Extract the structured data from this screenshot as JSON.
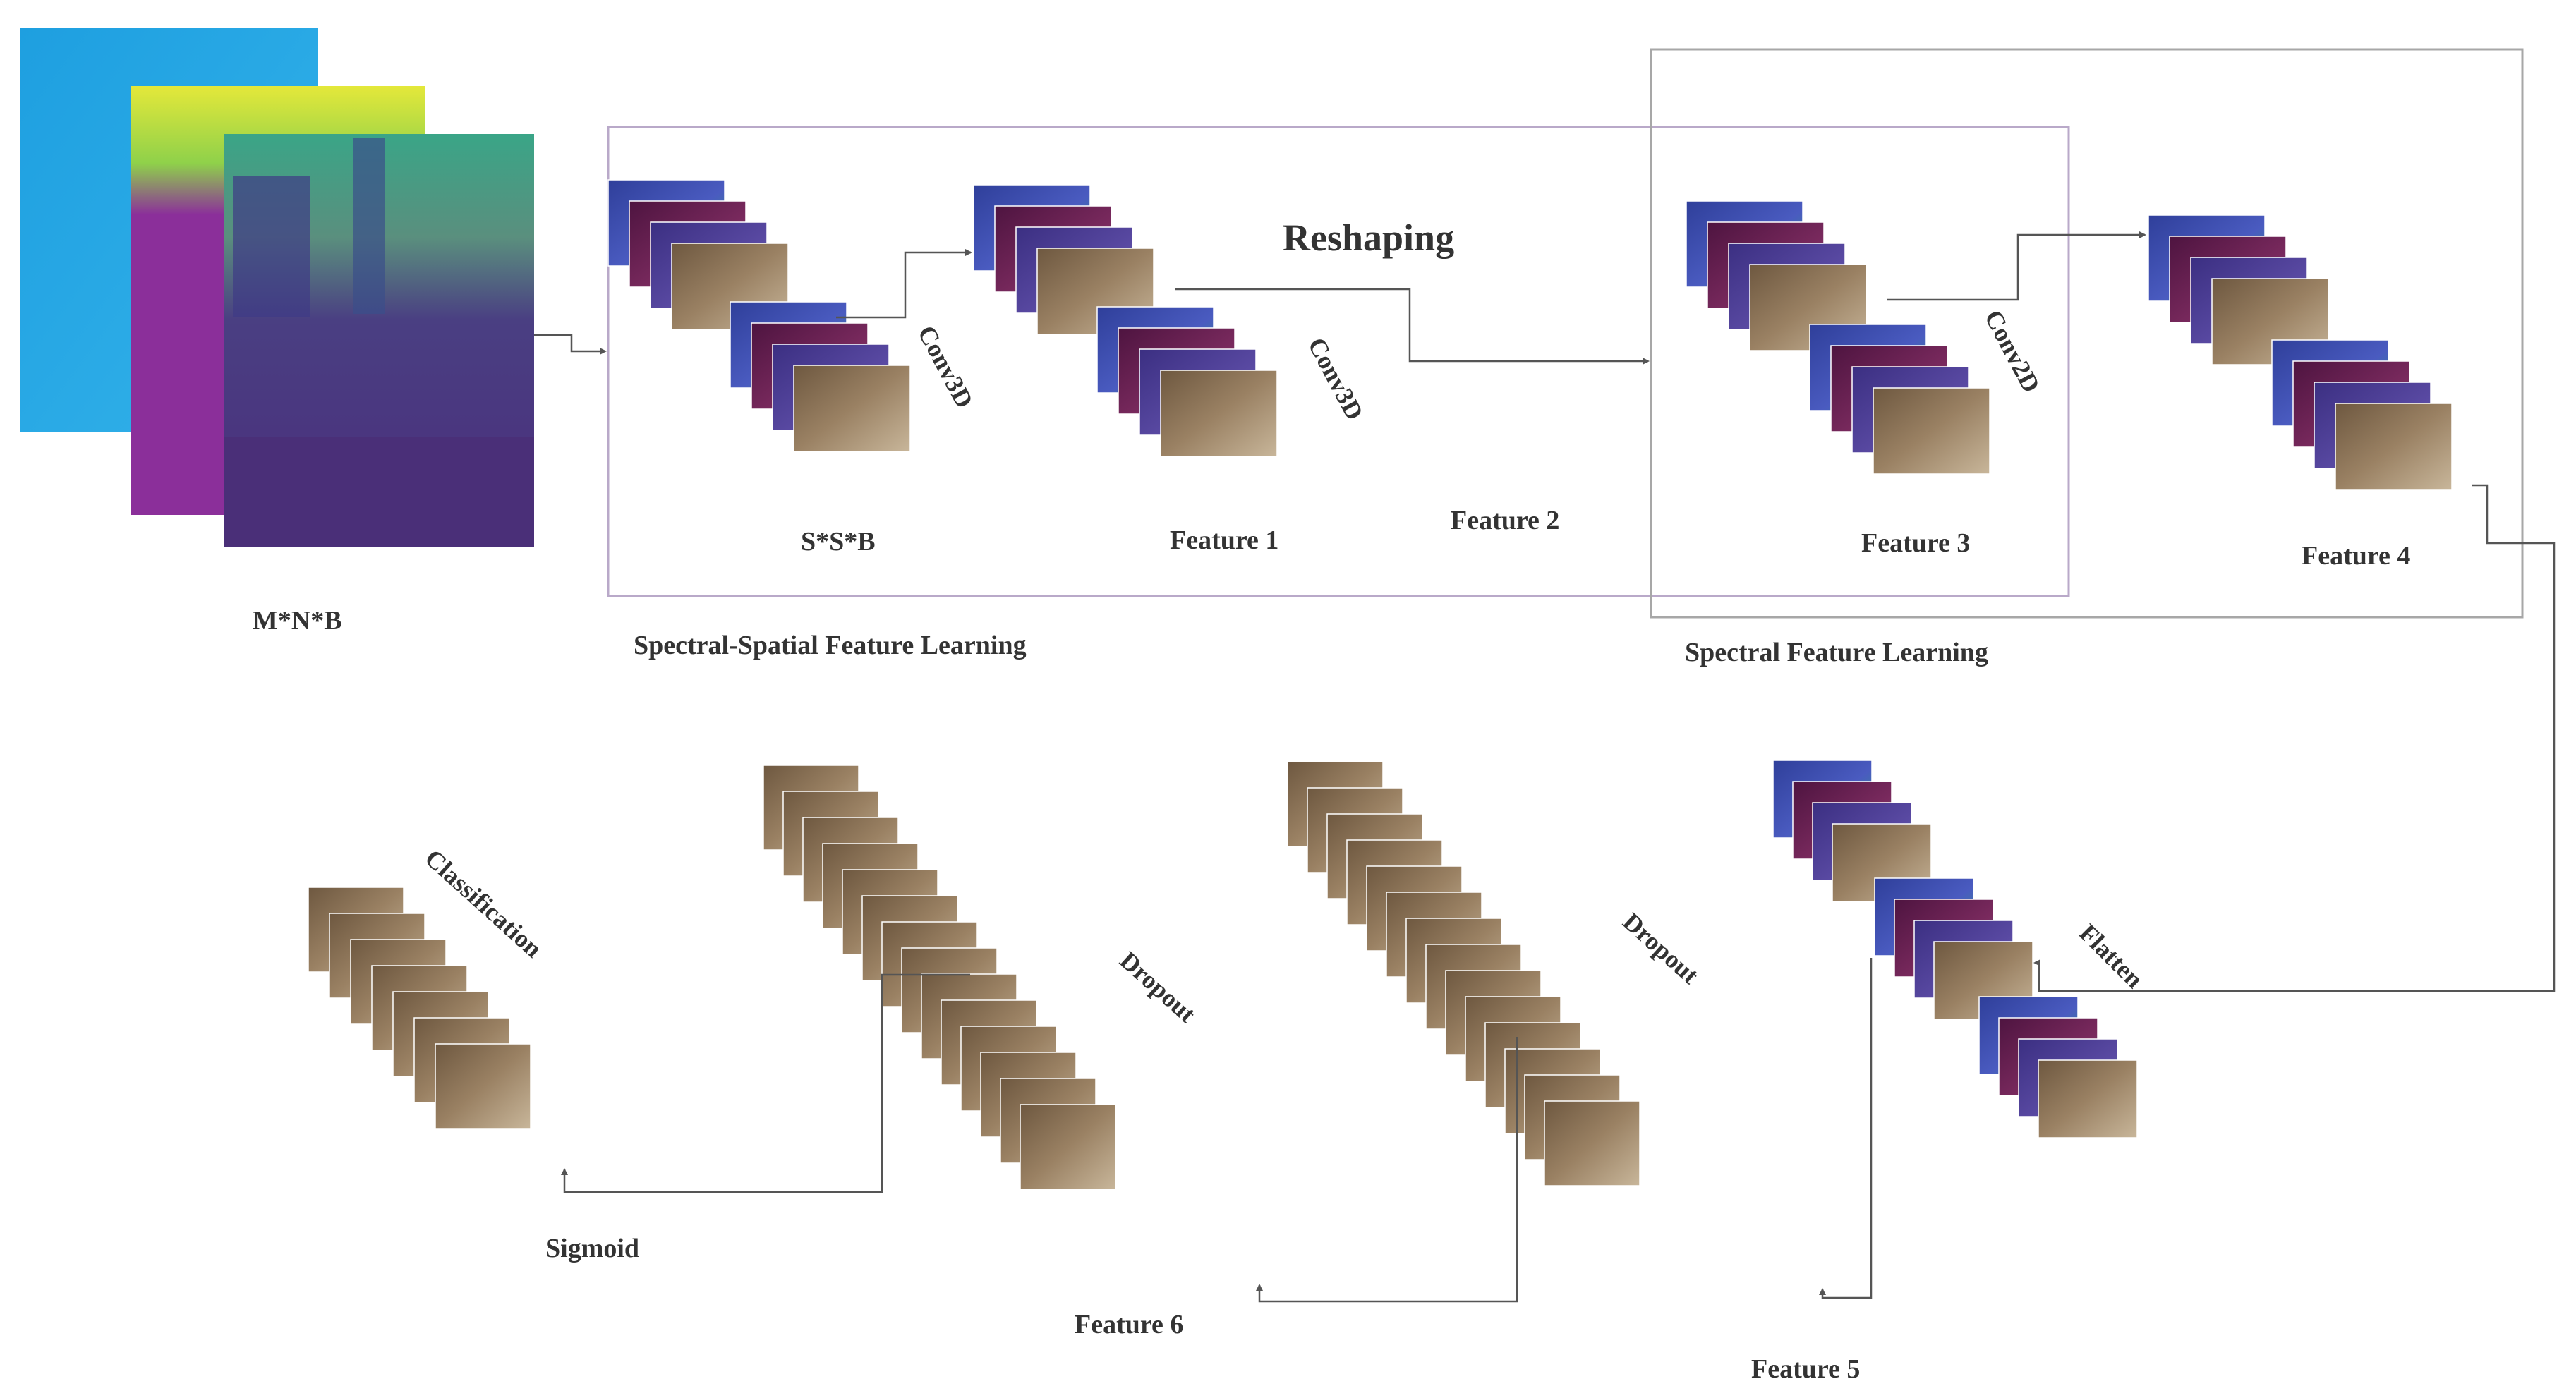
{
  "labels": {
    "input_dims": "M*N*B",
    "patch_dims": "S*S*B",
    "feature1": "Feature 1",
    "feature2": "Feature 2",
    "feature3": "Feature 3",
    "feature4": "Feature 4",
    "feature5": "Feature 5",
    "feature6": "Feature 6",
    "reshaping": "Reshaping",
    "conv3d_a": "Conv3D",
    "conv3d_b": "Conv3D",
    "conv2d": "Conv2D",
    "flatten": "Flatten",
    "dropout_a": "Dropout",
    "dropout_b": "Dropout",
    "classification": "Classification",
    "sigmoid": "Sigmoid",
    "spectral_spatial": "Spectral-Spatial Feature Learning",
    "spectral": "Spectral Feature Learning"
  },
  "colors": {
    "frame_purple": "#b9a9c9",
    "frame_gray": "#a7a7a7",
    "arrow": "#555555",
    "text": "#333333",
    "band_blue": "#3a4fa8",
    "band_maroon": "#6a1f4f",
    "band_violet": "#4a3a8e",
    "band_teal": "#2aa37c",
    "band_brown": "#8a7156",
    "input_blue": "#26a7e3",
    "input_magenta": "#8b2f9a",
    "input_violet": "#4b2d7c"
  }
}
